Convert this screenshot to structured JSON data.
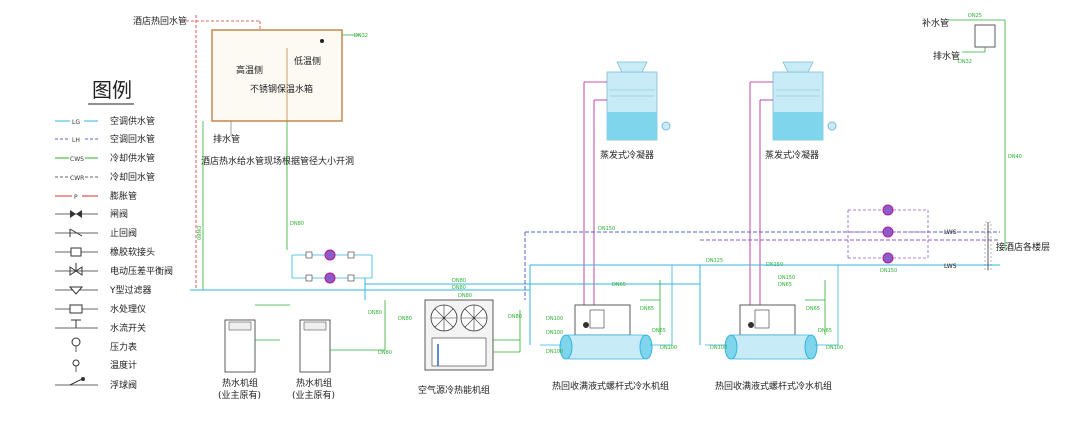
{
  "legend": {
    "title": "图例",
    "items": [
      {
        "code": "LG",
        "label": "空调供水管"
      },
      {
        "code": "LH",
        "label": "空调回水管"
      },
      {
        "code": "CWS",
        "label": "冷却供水管"
      },
      {
        "code": "CWR",
        "label": "冷却回水管"
      },
      {
        "code": "P",
        "label": "膨胀管"
      },
      {
        "code": "",
        "label": "闸阀"
      },
      {
        "code": "",
        "label": "止回阀"
      },
      {
        "code": "",
        "label": "橡胶软接头"
      },
      {
        "code": "",
        "label": "电动压差平衡阀"
      },
      {
        "code": "",
        "label": "Y型过滤器"
      },
      {
        "code": "",
        "label": "水处理仪"
      },
      {
        "code": "",
        "label": "水流开关"
      },
      {
        "code": "",
        "label": "压力表"
      },
      {
        "code": "",
        "label": "温度计"
      },
      {
        "code": "",
        "label": "浮球阀"
      }
    ]
  },
  "labels": {
    "hotel_hot_return": "酒店热回水管",
    "high_temp_side": "高温侧",
    "low_temp_side": "低温侧",
    "tank": "不锈钢保温水箱",
    "drain_left": "排水管",
    "hotel_supply_note": "酒店热水给水管现场根据管径大小开洞",
    "makeup_water": "补水管",
    "drain_right": "排水管",
    "condenser_1": "蒸发式冷凝器",
    "condenser_2": "蒸发式冷凝器",
    "to_floors": "接酒店各楼层",
    "heater_1_line1": "热水机组",
    "heater_1_line2": "(业主原有)",
    "heater_2_line1": "热水机组",
    "heater_2_line2": "(业主原有)",
    "air_source": "空气源冷热能机组",
    "chiller_1": "热回收满液式螺杆式冷水机组",
    "chiller_2": "热回收满液式螺杆式冷水机组",
    "lws": "LWS",
    "lwr": "LWS"
  },
  "pipe_sizes": [
    "DN32",
    "DN25",
    "DN32",
    "DN40",
    "DN80",
    "DN80",
    "DN80",
    "DN80",
    "DN80",
    "DN80",
    "DN80",
    "DN80",
    "DN80",
    "DN100",
    "DN100",
    "DN150",
    "DN150",
    "DN150",
    "DN125",
    "DN150",
    "DN65",
    "DN65",
    "DN65",
    "DN65",
    "DN65",
    "DN65",
    "DN100",
    "DN100",
    "DN100",
    "DN100"
  ],
  "colors": {
    "cyan": "#33b5e0",
    "blue": "#5566cc",
    "purple": "#8a5dc8",
    "magenta": "#b8188f",
    "red": "#d93030",
    "green": "#2ab030",
    "tank_border": "#c8874a",
    "grey": "#888888",
    "dark": "#222222",
    "lightblue": "#c8ecf7",
    "water": "#7fd5ec"
  }
}
